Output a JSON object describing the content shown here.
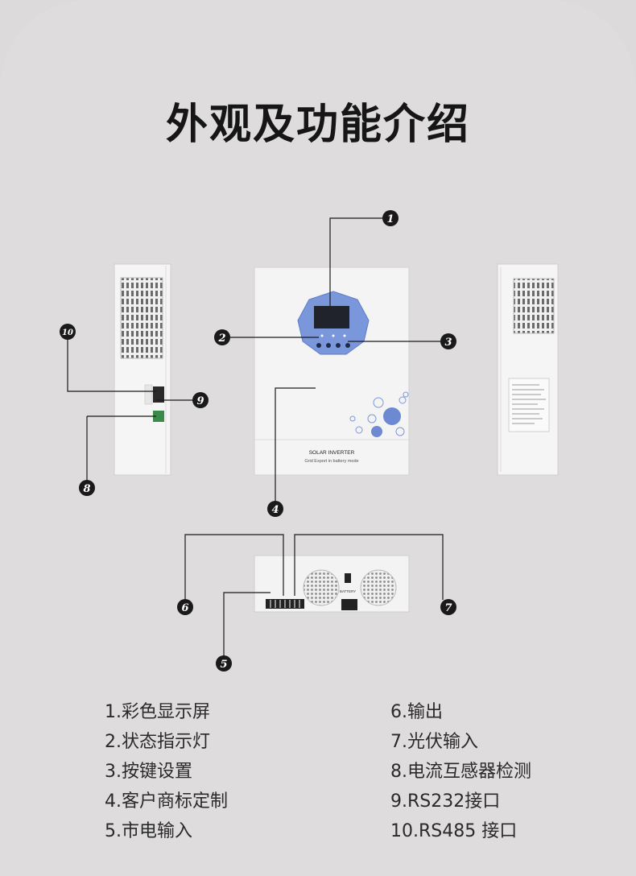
{
  "page": {
    "title": "外观及功能介绍"
  },
  "device": {
    "front_label": "SOLAR INVERTER",
    "front_sublabel": "Grid Export in battery mode",
    "battery_label": "BATTERY"
  },
  "callouts": [
    "1",
    "2",
    "3",
    "4",
    "5",
    "6",
    "7",
    "8",
    "9",
    "10"
  ],
  "legend": {
    "left": [
      "1.彩色显示屏",
      "2.状态指示灯",
      "3.按键设置",
      "4.客户商标定制",
      "5.市电输入"
    ],
    "right": [
      "6.输出",
      "7.光伏输入",
      "8.电流互感器检测",
      "9.RS232接口",
      "10.RS485 接口"
    ]
  },
  "colors": {
    "background": "#dedcdd",
    "device_body": "#f4f4f4",
    "panel_blue": "#7b97dc",
    "callout_badge": "#1a1a1a"
  }
}
